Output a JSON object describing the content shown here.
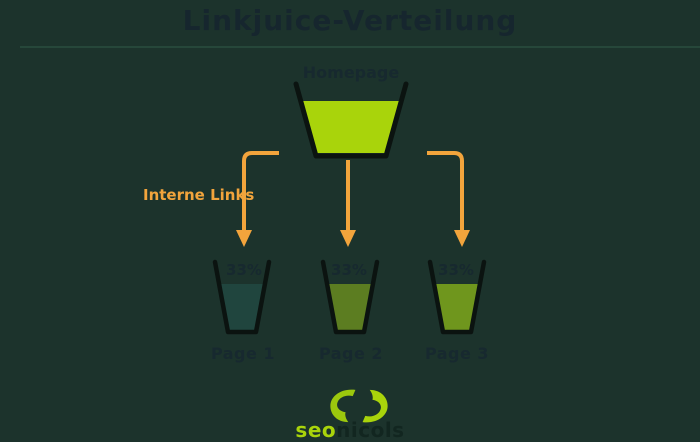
{
  "title": {
    "text": "Linkjuice-Verteilung"
  },
  "funnel": {
    "homepage_label": "Homepage"
  },
  "annotation": {
    "interne_links_label": "Interne Links"
  },
  "pages": [
    {
      "label": "Page 1",
      "percent": "33%",
      "fill": "#20453e"
    },
    {
      "label": "Page 2",
      "percent": "33%",
      "fill": "#5c7d21"
    },
    {
      "label": "Page 3",
      "percent": "33%",
      "fill": "#6f961d"
    }
  ],
  "logo": {
    "text_primary": "seo",
    "text_secondary": "nicols"
  },
  "colors": {
    "background": "#1c332c",
    "title_text": "#16262e",
    "label_text": "#17292f",
    "arrow": "#f2a43c",
    "homepage_fill": "#a9d40b",
    "glass_outline": "#0b1310",
    "divider": "#26473a",
    "logo_green_bright": "#a9d40b",
    "logo_green_dark": "#9cc80d"
  }
}
